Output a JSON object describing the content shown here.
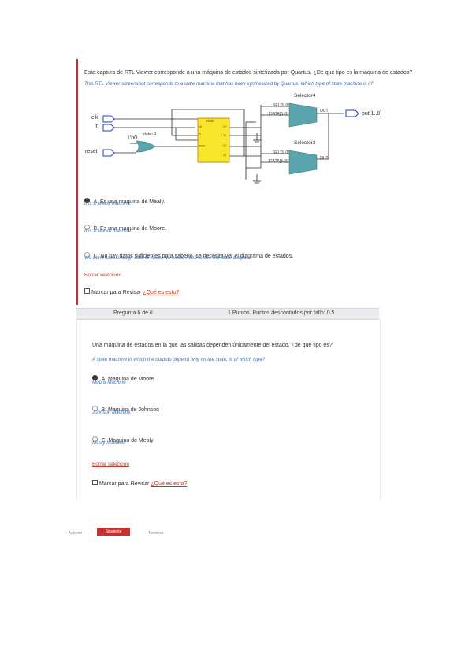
{
  "question5": {
    "text": "Esta captura de RTL Viewer corresponde a una máquina de estados sintetizada por Quartus. ¿De qué tipo es la maquina de estados?",
    "translation": "This RTL Viewer screenshot corresponds to a state machine that has been synthesized by Quartus. Which type of state machine is it?",
    "diagram": {
      "inputs": [
        "clk",
        "in",
        "reset"
      ],
      "const_label": "1'h0",
      "state_r_label": "state~R",
      "state_block_title": "state",
      "state_ports_left": [
        "clk",
        "in",
        "reset"
      ],
      "state_ports_right": [
        "S0",
        "S1",
        "S2",
        "S3"
      ],
      "selector4_title": "Selector4",
      "selector3_title": "Selector3",
      "sel_label": "SEL[3..0]",
      "data_label": "DATA[3..0]",
      "out_label": "OUT",
      "output_label": "out[1..0]"
    },
    "options": [
      {
        "label": "A. Es una maquina de Mealy.",
        "translation": "It is a Mealy machine.",
        "selected": true
      },
      {
        "label": "B. Es una maquina de Moore.",
        "translation": "It is a Moore machine.",
        "selected": false
      },
      {
        "label": "C. No hay datos suficientes para saberlo, se necesita ver el diagrama de estados.",
        "translation": "We don't have enough data to know, we would need to see the state diagram.",
        "selected": false
      }
    ],
    "clear_label": "Borrar selección",
    "mark_label": "Marcar para Revisar",
    "mark_link": "¿Qué es esto?"
  },
  "bar": {
    "question_label": "Pregunta 6 de 6",
    "points_label": "1 Puntos. Puntos descontados por fallo: 0.5"
  },
  "question6": {
    "text": "Una máquina de estados en la que las salidas dependen únicamente del estado, ¿de qué tipo es?",
    "translation": "A state machine in which the outputs depend only on the state, is of which type?",
    "options": [
      {
        "label": "A. Maquina de Moore",
        "translation": "Moore Machine",
        "selected": true
      },
      {
        "label": "B. Maquina de Johnson",
        "translation": "Johnson Machine",
        "selected": false
      },
      {
        "label": "C. Maquina de Mealy",
        "translation": "Mealy Machine",
        "selected": false
      }
    ],
    "clear_label": "Borrar selección",
    "mark_label": "Marcar para Revisar",
    "mark_link": "¿Qué es esto?"
  },
  "footer": {
    "prev_label": "Anterior",
    "next_label": "Siguiente",
    "finish_label": "Terminar"
  },
  "colors": {
    "accent": "#c9302c",
    "translation": "#3b6fb6",
    "mux": "#5aa5ad",
    "state_block": "#f7e62b",
    "wire": "#2c2c2c",
    "io_arrow": "#1e40c8"
  }
}
